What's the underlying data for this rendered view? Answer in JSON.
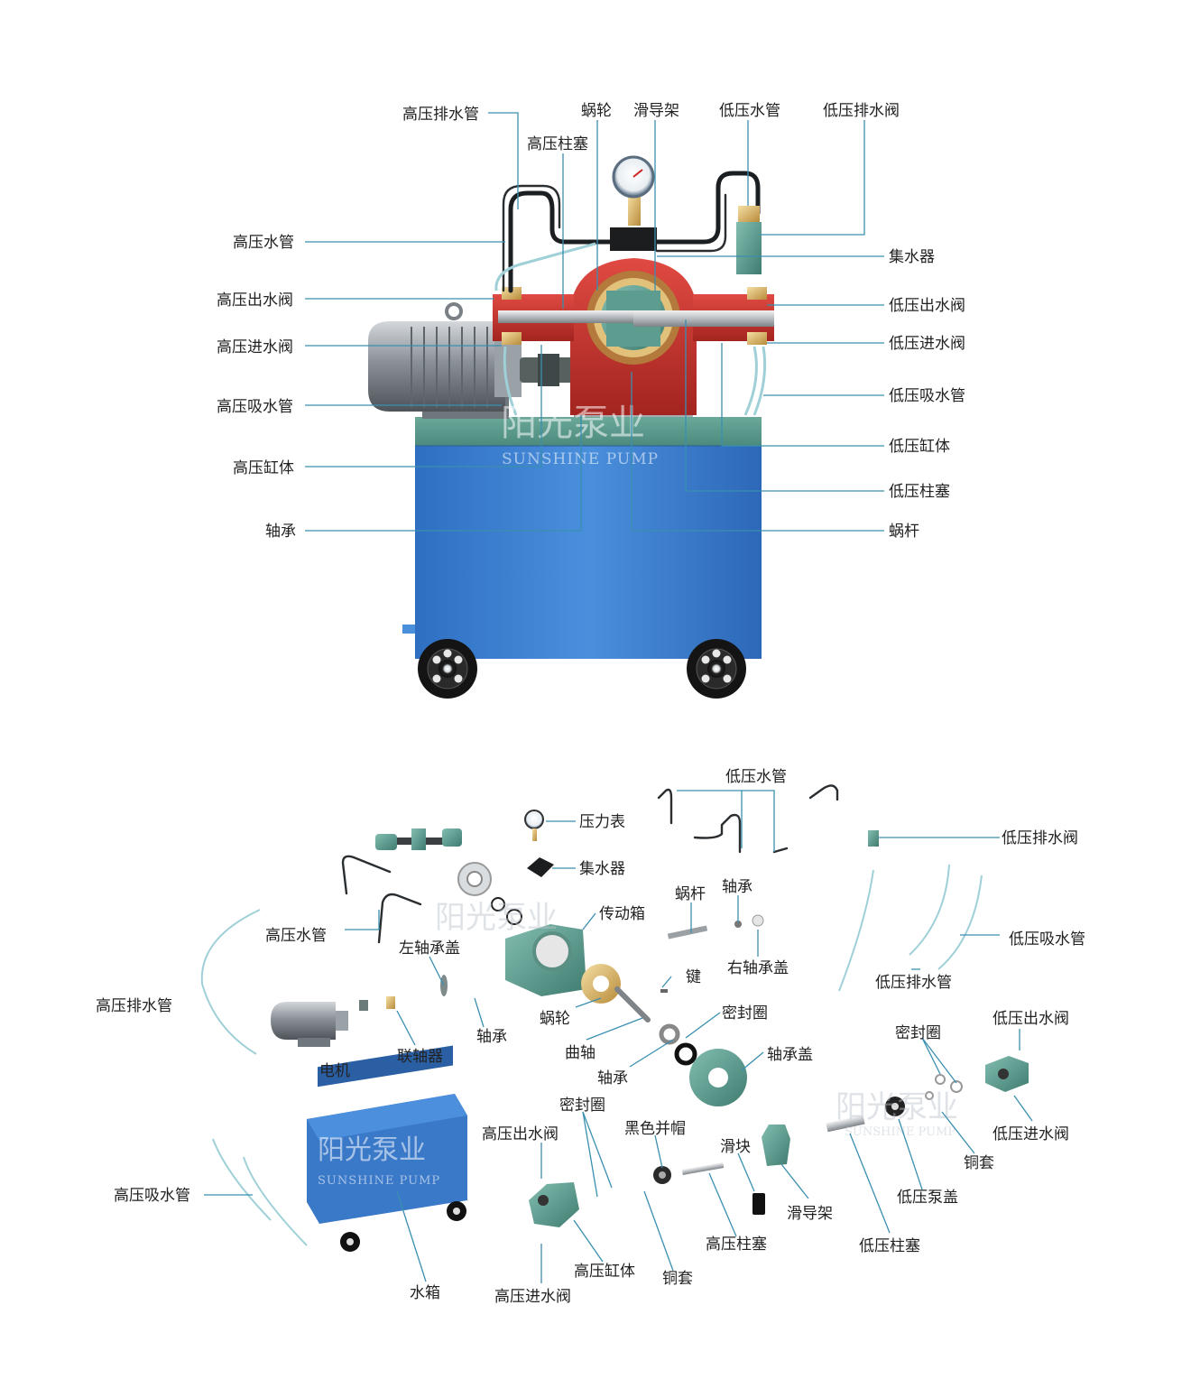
{
  "watermark": {
    "cn": "阳光泵业",
    "en": "SUNSHINE PUMP"
  },
  "assembled": {
    "labels_top": [
      "高压排水管",
      "蜗轮",
      "滑导架",
      "低压水管",
      "低压排水阀",
      "高压柱塞"
    ],
    "labels_left": [
      "高压水管",
      "高压出水阀",
      "高压进水阀",
      "高压吸水管",
      "高压缸体",
      "轴承"
    ],
    "labels_right": [
      "集水器",
      "低压出水阀",
      "低压进水阀",
      "低压吸水管",
      "低压缸体",
      "低压柱塞",
      "蜗杆"
    ]
  },
  "exploded": {
    "labels": [
      "低压水管",
      "压力表",
      "低压排水阀",
      "集水器",
      "蜗杆",
      "轴承",
      "传动箱",
      "高压水管",
      "左轴承盖",
      "右轴承盖",
      "低压吸水管",
      "键",
      "低压排水管",
      "高压排水管",
      "蜗轮",
      "密封圈",
      "低压出水阀",
      "轴承",
      "联轴器",
      "电机",
      "曲轴",
      "轴承盖",
      "密封圈",
      "轴承",
      "低压进水阀",
      "铜套",
      "密封圈",
      "黑色并帽",
      "高压出水阀",
      "滑块",
      "低压泵盖",
      "滑导架",
      "高压吸水管",
      "低压柱塞",
      "高压柱塞",
      "高压缸体",
      "铜套",
      "水箱",
      "高压进水阀"
    ]
  },
  "colors": {
    "tank_blue": "#3c7fd0",
    "housing_red": "#c62f2a",
    "part_green": "#5f9f93",
    "leader_line": "#3a8fb0"
  }
}
